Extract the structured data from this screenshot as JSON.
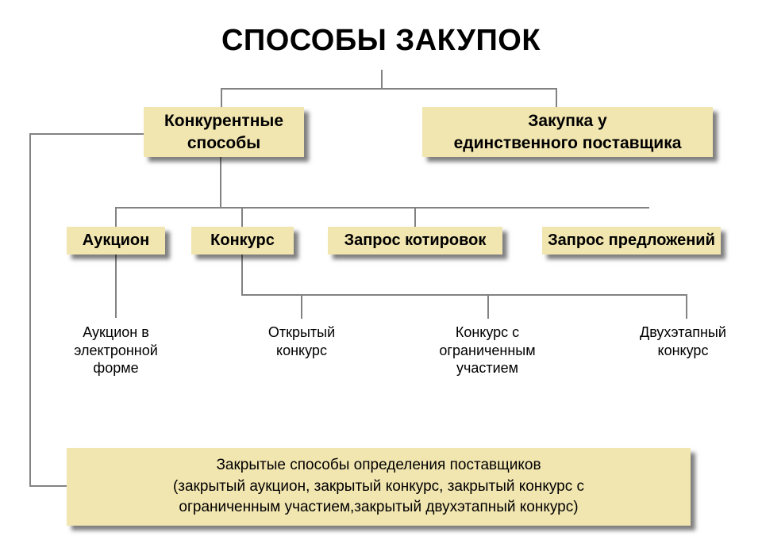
{
  "title": "СПОСОБЫ ЗАКУПОК",
  "level1": {
    "competitive": "Конкурентные\nспособы",
    "single_supplier": "Закупка у\nединственного поставщика"
  },
  "level2": {
    "auction": "Аукцион",
    "tender": "Конкурс",
    "quotation_request": "Запрос котировок",
    "proposal_request": "Запрос предложений"
  },
  "level3": {
    "electronic_auction": "Аукцион в\nэлектронной\nформе",
    "open_tender": "Открытый\nконкурс",
    "limited_participation_tender": "Конкурс с\nограниченным\nучастием",
    "two_stage_tender": "Двухэтапный\nконкурс"
  },
  "closed_methods": "Закрытые способы определения поставщиков\n(закрытый аукцион, закрытый конкурс, закрытый конкурс с\nограниченным участием,закрытый двухэтапный конкурс)",
  "colors": {
    "box_fill": "#F1E5B0",
    "connector": "#828282",
    "text": "#000000",
    "background": "#FFFFFF"
  }
}
